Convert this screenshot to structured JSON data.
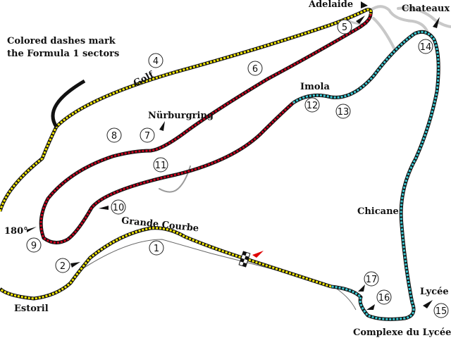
{
  "note": {
    "line1": "Colored dashes mark",
    "line2": "the Formula 1 sectors"
  },
  "sector_colors": {
    "sector1": "#f2e600",
    "sector2": "#c8001e",
    "sector3": "#3cc8d2"
  },
  "corners": {
    "adelaide": "Adelaide",
    "chateaux": "Chateaux",
    "golf": "Golf",
    "nurburgring": "Nürburgring",
    "imola": "Imola",
    "c180": "180°",
    "grande_courbe": "Grande Courbe",
    "chicane": "Chicane",
    "estoril": "Estoril",
    "lycee_p": "Lycée p",
    "complexe": "Complexe du Lycée"
  },
  "turn_numbers": {
    "t1": "1",
    "t2": "2",
    "t4": "4",
    "t5": "5",
    "t6": "6",
    "t7": "7",
    "t8": "8",
    "t9": "9",
    "t10": "10",
    "t11": "11",
    "t12": "12",
    "t13": "13",
    "t14": "14",
    "t15": "15",
    "t16": "16",
    "t17": "17"
  }
}
